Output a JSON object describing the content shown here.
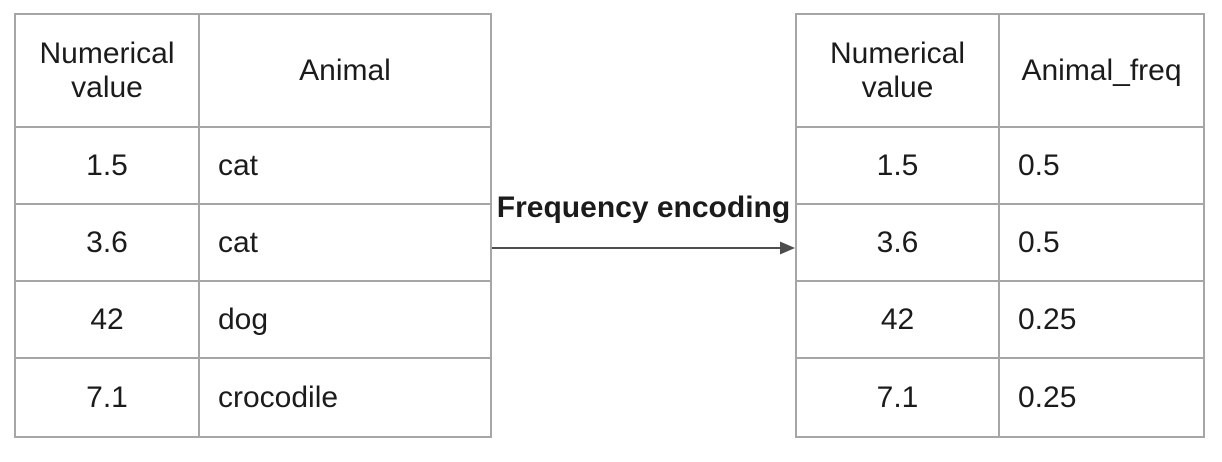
{
  "diagram": {
    "label": "Frequency encoding"
  },
  "left_table": {
    "headers": [
      "Numerical value",
      "Animal"
    ],
    "rows": [
      [
        "1.5",
        "cat"
      ],
      [
        "3.6",
        "cat"
      ],
      [
        "42",
        "dog"
      ],
      [
        "7.1",
        "crocodile"
      ]
    ]
  },
  "right_table": {
    "headers": [
      "Numerical value",
      "Animal_freq"
    ],
    "rows": [
      [
        "1.5",
        "0.5"
      ],
      [
        "3.6",
        "0.5"
      ],
      [
        "42",
        "0.25"
      ],
      [
        "7.1",
        "0.25"
      ]
    ]
  },
  "colors": {
    "table_border": "#a6a6a6",
    "arrow": "#4d4d4d",
    "text": "#1b1b1b",
    "background": "#ffffff"
  }
}
